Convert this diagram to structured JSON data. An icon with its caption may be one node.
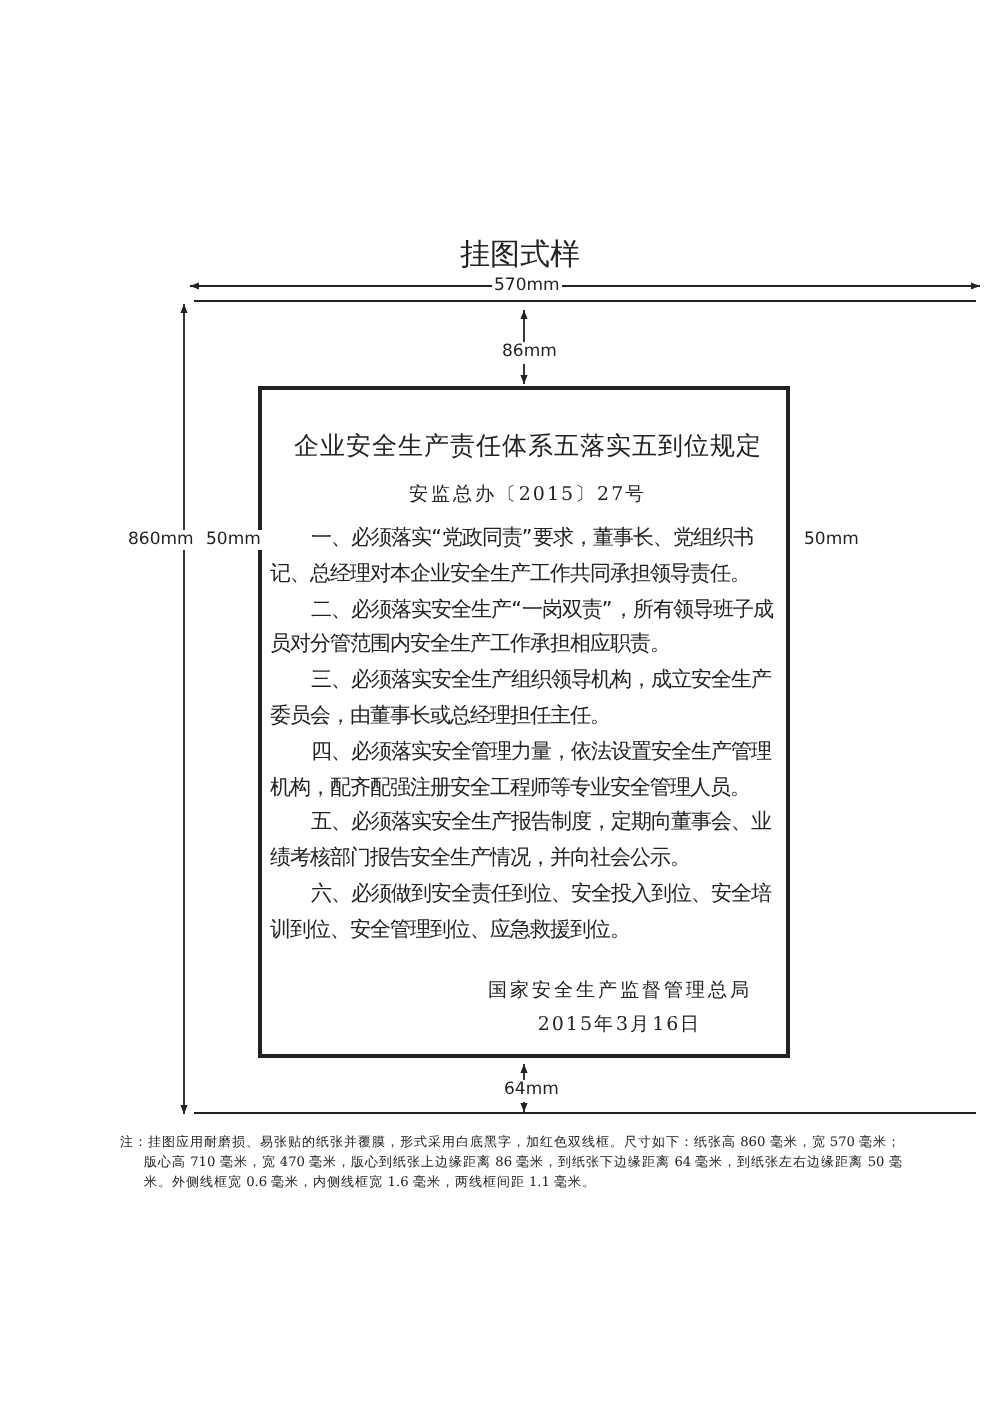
{
  "diagram": {
    "title": "挂图式样",
    "nodes": [
      {
        "text": [],
        "shape": "box"
      },
      {
        "text": [
          "企业安全生产责任体系五落实五到位规定",
          "安监总办〔2015〕27号",
          "一、必须落实“党政同责”要求，董事长、党组织书记、总经理对本企业安全生产工作共同承担领导责任。",
          "二、必须落实安全生产“一岗双责”，所有领导班子成员对分管范围内安全生产工作承担相应职责。",
          "三、必须落实安全生产组织领导机构，成立安全生产委员会，由董事长或总经理担任主任。",
          "四、必须落实安全管理力量，依法设置安全生产管理机构，配齐配强注册安全工程师等专业安全管理人员。",
          "五、必须落实安全生产报告制度，定期向董事会、业绩考核部门报告安全生产情况，并向社会公示。",
          "六、必须做到安全责任到位、安全投入到位、安全培训到位、安全管理到位、应急救援到位。",
          "国家安全生产监督管理总局",
          "2015年3月16日"
        ],
        "in": 0
      }
    ],
    "edges": [],
    "labels": [
      "570mm",
      "86mm",
      "860mm",
      "50mm",
      "50mm",
      "64mm"
    ],
    "caption": "注：挂图应用耐磨损、易张贴的纸张并覆膜，形式采用白底黑字，加红色双线框。尺寸如下：纸张高 860 毫米，宽 570 毫米；版心高 710 毫米，宽 470 毫米，版心到纸张上边缘距离 86 毫米，到纸张下边缘距离 64 毫米，到纸张左右边缘距离 50 毫米。外侧线框宽 0.6 毫米，内侧线框宽 1.6 毫米，两线框间距 1.1 毫米。"
  }
}
